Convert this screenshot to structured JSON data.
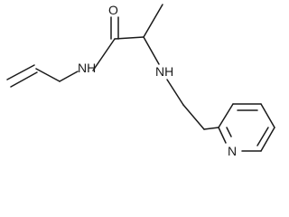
{
  "diagram": {
    "type": "chemical-structure",
    "atom_labels": {
      "carbonyl_oxygen": "O",
      "amide_nitrogen": "NH",
      "amine_nitrogen": "NH",
      "pyridine_nitrogen": "N"
    },
    "bonds": [
      {
        "id": "vinyl-double-outer",
        "order": 2
      },
      {
        "id": "vinyl-to-allyl-ch2",
        "order": 1
      },
      {
        "id": "allyl-ch2-to-nh",
        "order": 1
      },
      {
        "id": "amide-nh-to-carbonyl",
        "order": 1
      },
      {
        "id": "carbonyl-double-o",
        "order": 2
      },
      {
        "id": "carbonyl-to-alpha-c",
        "order": 1
      },
      {
        "id": "alpha-c-to-methyl",
        "order": 1
      },
      {
        "id": "alpha-c-to-amine-nh",
        "order": 1
      },
      {
        "id": "amine-nh-to-ch2",
        "order": 1
      },
      {
        "id": "ethyl-ch2-ch2",
        "order": 1
      },
      {
        "id": "ch2-to-pyridine",
        "order": 1
      },
      {
        "id": "pyridine-ring",
        "order": 1.5
      }
    ]
  }
}
